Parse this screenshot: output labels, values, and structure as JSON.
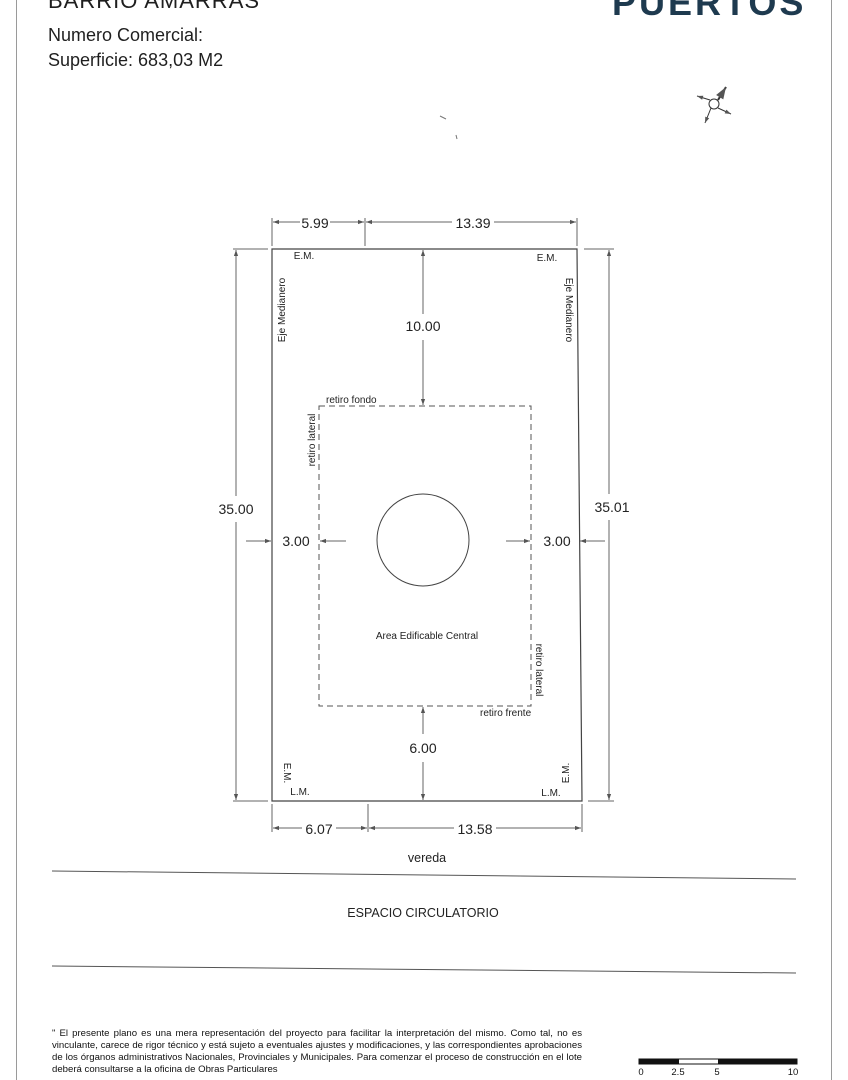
{
  "header": {
    "barrio": "BARRIO AMARRAS",
    "numero_comercial": "Numero Comercial:",
    "superficie": "Superficie: 683,03 M2",
    "logo": "PUERTOS"
  },
  "plan": {
    "dimensions": {
      "top_left": "5.99",
      "top_right": "13.39",
      "left_side": "35.00",
      "right_side": "35.01",
      "bottom_left": "6.07",
      "bottom_right": "13.58",
      "retiro_fondo_distance": "10.00",
      "retiro_frente_distance": "6.00",
      "lateral_left": "3.00",
      "lateral_right": "3.00"
    },
    "labels": {
      "em_top_left": "E.M.",
      "em_top_right": "E.M.",
      "em_bottom_left": "E.M.",
      "em_bottom_right": "E.M.",
      "lm_left": "L.M.",
      "lm_right": "L.M.",
      "eje_medianero_left": "Eje Medianero",
      "eje_medianero_right": "Eje Medianero",
      "retiro_fondo": "retiro fondo",
      "retiro_lateral_left": "retiro lateral",
      "retiro_lateral_right": "retiro lateral",
      "retiro_frente": "retiro frente",
      "area_edificable": "Area Edificable Central",
      "vereda": "vereda",
      "espacio_circulatorio": "ESPACIO CIRCULATORIO"
    },
    "scale_bar": {
      "ticks": [
        "0",
        "2.5",
        "5",
        "10"
      ]
    }
  },
  "disclaimer": "\" El presente plano es una mera representación del proyecto para facilitar la interpretación del mismo. Como tal, no es vinculante, carece de rigor técnico y está sujeto a eventuales ajustes y modificaciones, y las correspondientes aprobaciones de los órganos administrativos Nacionales, Provinciales y Municipales. Para comenzar el proceso de construcción en el lote deberá consultarse a la oficina de Obras Particulares"
}
